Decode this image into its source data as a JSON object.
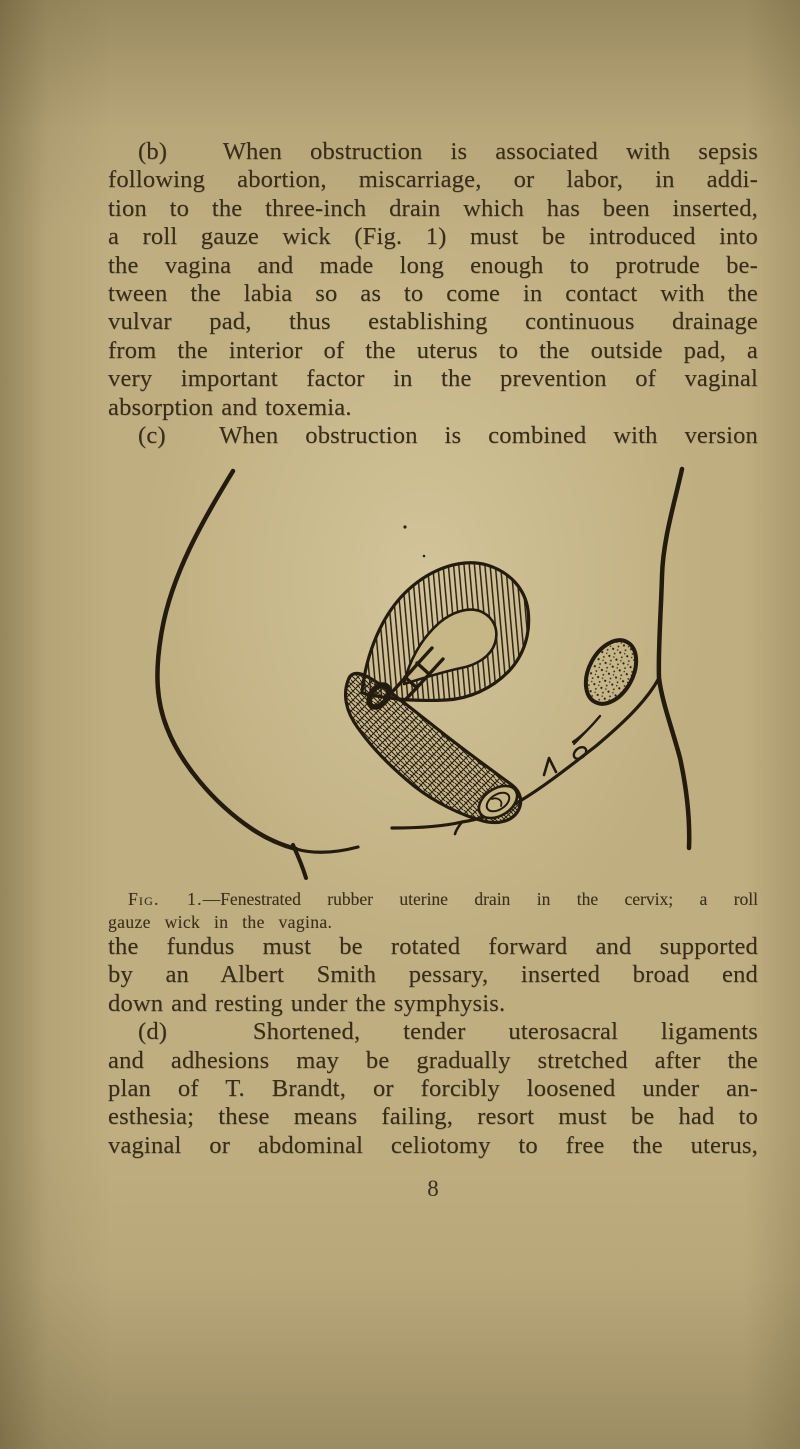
{
  "colors": {
    "paper": "#bfae7f",
    "ink": "#382c1b",
    "figure_ink": "#241b0f"
  },
  "page": {
    "paragraph_b": {
      "lines": [
        "(b)  When obstruction is associated with sepsis",
        "following abortion, miscarriage, or labor, in addi-",
        "tion to the three-inch drain which has been inserted,",
        "a roll gauze wick (Fig. 1) must be introduced into",
        "the vagina and made long enough to protrude be-",
        "tween the labia so as to come in contact with the",
        "vulvar pad, thus establishing continuous drainage",
        "from the interior of the uterus to the outside pad, a",
        "very important factor in the prevention of vaginal",
        "absorption and toxemia."
      ]
    },
    "paragraph_c": {
      "first_line": "(c)  When obstruction is combined with version",
      "continuation_lines": [
        "the fundus must be rotated forward and supported",
        "by an Albert Smith pessary, inserted broad end",
        "down and resting under the symphysis."
      ]
    },
    "figure_caption": {
      "fig_label": "Fig. 1.",
      "line1_rest": "—Fenestrated rubber uterine drain in the cervix; a roll",
      "line2": "gauze wick in the vagina."
    },
    "paragraph_d": {
      "lines": [
        "(d)  Shortened, tender uterosacral ligaments",
        "and adhesions may be gradually stretched after the",
        "plan of T. Brandt, or forcibly loosened under an-",
        "esthesia; these means failing, resort must be had to",
        "vaginal or abdominal celiotomy to free the uterus,"
      ]
    },
    "page_number": "8"
  }
}
